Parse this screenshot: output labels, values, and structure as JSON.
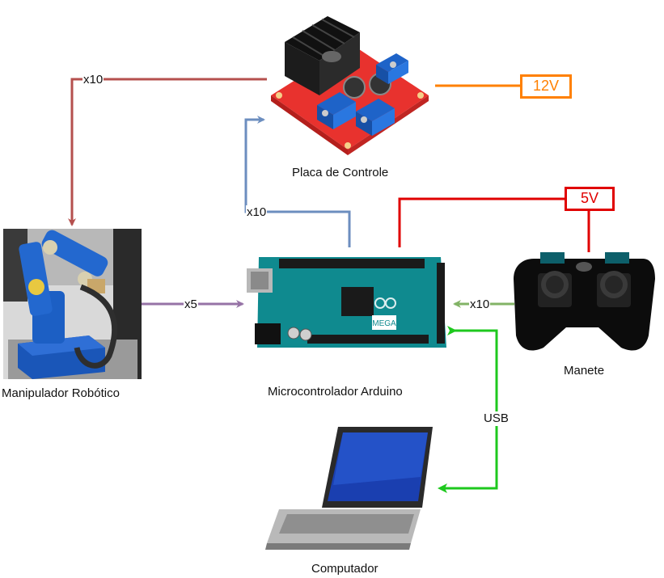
{
  "nodes": {
    "motor_driver": {
      "label": "Placa de Controle",
      "icon": "motor-driver-board-icon"
    },
    "arduino": {
      "label": "Microcontrolador Arduino",
      "icon": "arduino-mega-board-icon",
      "board_text": "MEGA"
    },
    "robot_arm": {
      "label": "Manipulador Robótico",
      "icon": "robot-arm-icon"
    },
    "gamepad": {
      "label": "Manete",
      "icon": "gamepad-icon"
    },
    "laptop": {
      "label": "Computador",
      "icon": "laptop-icon"
    }
  },
  "power": {
    "v12": {
      "label": "12V",
      "color": "#ff8000"
    },
    "v5": {
      "label": "5V",
      "color": "#e00000"
    }
  },
  "edges": {
    "driver_to_arm": {
      "label": "x10",
      "color": "#b5504e"
    },
    "arduino_to_driver": {
      "label": "x10",
      "color": "#6c8ebf"
    },
    "arm_to_arduino": {
      "label": "x5",
      "color": "#9673a6"
    },
    "gamepad_to_arduino": {
      "label": "x10",
      "color": "#82b366"
    },
    "usb": {
      "label": "USB",
      "color": "#1ec81e"
    },
    "power_5v_line": {
      "color": "#e00000"
    },
    "power_12v_line": {
      "color": "#ff8000"
    }
  }
}
